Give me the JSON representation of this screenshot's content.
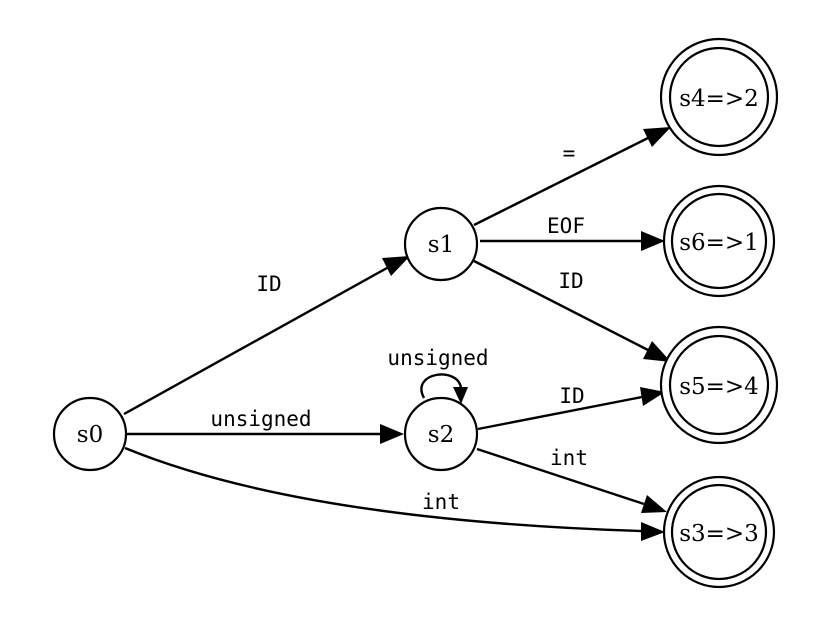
{
  "colors": {
    "stroke": "#000000",
    "fill": "#ffffff"
  },
  "nodes": {
    "s0": {
      "label": "s0",
      "accepting": false
    },
    "s1": {
      "label": "s1",
      "accepting": false
    },
    "s2": {
      "label": "s2",
      "accepting": false
    },
    "s3": {
      "label": "s3=>3",
      "accepting": true
    },
    "s4": {
      "label": "s4=>2",
      "accepting": true
    },
    "s5": {
      "label": "s5=>4",
      "accepting": true
    },
    "s6": {
      "label": "s6=>1",
      "accepting": true
    }
  },
  "edges": [
    {
      "from": "s0",
      "to": "s1",
      "label": "ID"
    },
    {
      "from": "s0",
      "to": "s2",
      "label": "unsigned"
    },
    {
      "from": "s0",
      "to": "s3",
      "label": "int"
    },
    {
      "from": "s1",
      "to": "s4",
      "label": "="
    },
    {
      "from": "s1",
      "to": "s6",
      "label": "EOF"
    },
    {
      "from": "s1",
      "to": "s5",
      "label": "ID"
    },
    {
      "from": "s2",
      "to": "s2",
      "label": "unsigned"
    },
    {
      "from": "s2",
      "to": "s5",
      "label": "ID"
    },
    {
      "from": "s2",
      "to": "s3",
      "label": "int"
    }
  ]
}
